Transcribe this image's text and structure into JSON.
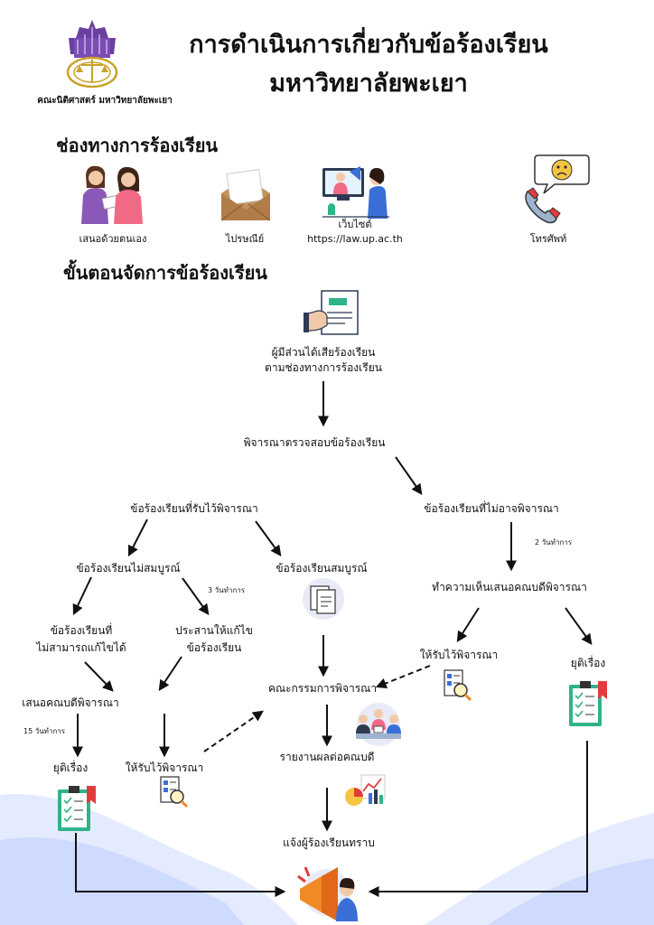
{
  "header": {
    "logo_caption": "คณะนิติศาสตร์ มหาวิทยาลัยพะเยา",
    "title_line1": "การดำเนินการเกี่ยวกับข้อร้องเรียน",
    "title_line2": "มหาวิทยาลัยพะเยา"
  },
  "channels": {
    "heading": "ช่องทางการร้องเรียน",
    "items": [
      {
        "label": "เสนอด้วยตนเอง",
        "icon": "people-talking-icon"
      },
      {
        "label": "ไปรษณีย์",
        "icon": "envelope-icon"
      },
      {
        "label": "เว็บไซต์",
        "sublabel": "https://law.up.ac.th",
        "icon": "website-icon"
      },
      {
        "label": "โทรศัพท์",
        "icon": "phone-icon"
      }
    ]
  },
  "process": {
    "heading": "ขั้นตอนจัดการข้อร้องเรียน",
    "start_line1": "ผู้มีส่วนได้เสียร้องเรียน",
    "start_line2": "ตามช่องทางการร้องเรียน",
    "review": "พิจารณาตรวจสอบข้อร้องเรียน",
    "accepted": "ข้อร้องเรียนที่รับไว้พิจารณา",
    "rejected": "ข้อร้องเรียนที่ไม่อาจพิจารณา",
    "incomplete": "ข้อร้องเรียนไม่สมบูรณ์",
    "complete": "ข้อร้องเรียนสมบูรณ์",
    "cannot_fix_line1": "ข้อร้องเรียนที่",
    "cannot_fix_line2": "ไม่สามารถแก้ไขได้",
    "coordinate_line1": "ประสานให้แก้ไข",
    "coordinate_line2": "ข้อร้องเรียน",
    "propose_dean_left": "เสนอคณบดีพิจารณา",
    "terminate_left": "ยุติเรื่อง",
    "accept_left": "ให้รับไว้พิจารณา",
    "committee": "คณะกรรมการพิจารณา",
    "report_dean": "รายงานผลต่อคณบดี",
    "notify": "แจ้งผู้ร้องเรียนทราบ",
    "opinion_to_dean": "ทำความเห็นเสนอคณบดีพิจารณา",
    "accept_right": "ให้รับไว้พิจารณา",
    "terminate_right": "ยุติเรื่อง",
    "days_3": "3  วันทำการ",
    "days_2": "2 วันทำการ",
    "days_15": "15 วันทำการ"
  },
  "colors": {
    "logo_purple": "#6a3fa0",
    "logo_gold": "#c9a227",
    "wave_blue": "#c9d6ff",
    "arrow": "#111111",
    "icon_blue": "#3a6fd8",
    "icon_orange": "#f08a24",
    "clipboard_green": "#2fb38a",
    "clipboard_red": "#e23b3b"
  }
}
